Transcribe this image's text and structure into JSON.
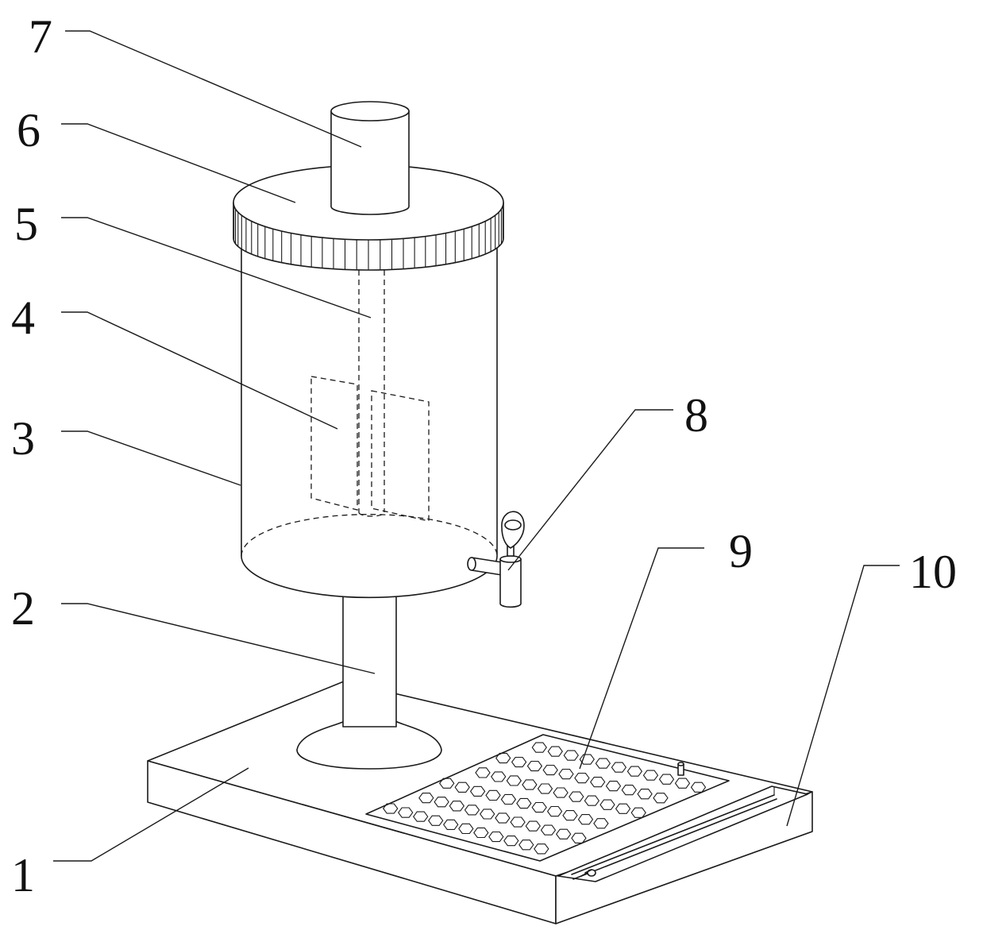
{
  "figure": {
    "labels": [
      {
        "id": "label-1",
        "text": "1"
      },
      {
        "id": "label-2",
        "text": "2"
      },
      {
        "id": "label-3",
        "text": "3"
      },
      {
        "id": "label-4",
        "text": "4"
      },
      {
        "id": "label-5",
        "text": "5"
      },
      {
        "id": "label-6",
        "text": "6"
      },
      {
        "id": "label-7",
        "text": "7"
      },
      {
        "id": "label-8",
        "text": "8"
      },
      {
        "id": "label-9",
        "text": "9"
      },
      {
        "id": "label-10",
        "text": "10"
      }
    ]
  }
}
